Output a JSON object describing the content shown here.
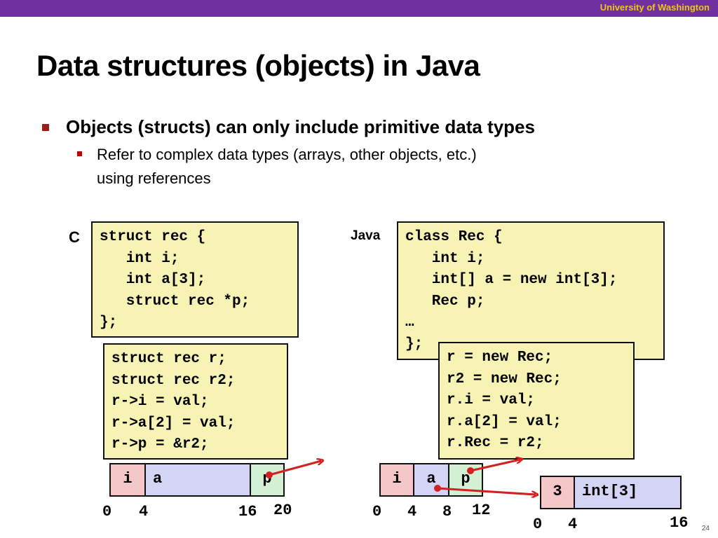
{
  "header": {
    "institution": "University of Washington"
  },
  "slide": {
    "title": "Data structures (objects) in Java",
    "bullet1": "Objects (structs) can only include primitive data types",
    "bullet2_line1": "Refer to complex data types (arrays, other objects, etc.)",
    "bullet2_line2": "using references",
    "page_number": "24"
  },
  "c_side": {
    "label": "C",
    "struct_code": "struct rec {\n   int i;\n   int a[3];\n   struct rec *p;\n};",
    "usage_code": "struct rec r;\nstruct rec r2;\nr->i = val;\nr->a[2] = val;\nr->p = &r2;",
    "memory": {
      "cells": [
        {
          "name": "i",
          "color": "#f4c8c8"
        },
        {
          "name": "a",
          "color": "#d4d4f4"
        },
        {
          "name": "p",
          "color": "#d4f0d4"
        }
      ],
      "offsets": [
        "0",
        "4",
        "16",
        "20"
      ]
    }
  },
  "java_side": {
    "label": "Java",
    "class_code": "class Rec {\n   int i;\n   int[] a = new int[3];\n   Rec p;\n…\n};",
    "usage_code": "r = new Rec;\nr2 = new Rec;\nr.i = val;\nr.a[2] = val;\nr.Rec = r2;",
    "memory": {
      "cells": [
        {
          "name": "i",
          "color": "#f4c8c8"
        },
        {
          "name": "a",
          "color": "#d4d4f4"
        },
        {
          "name": "p",
          "color": "#d4f0d4"
        }
      ],
      "offsets": [
        "0",
        "4",
        "8",
        "12"
      ]
    },
    "array": {
      "cells": [
        {
          "name": "3",
          "color": "#f4c8c8"
        },
        {
          "name": "int[3]",
          "color": "#d4d4f4"
        }
      ],
      "offsets": [
        "0",
        "4",
        "16"
      ]
    }
  },
  "colors": {
    "banner": "#7030a0",
    "banner_text": "#f0c419",
    "arrow": "#d42020",
    "code_bg": "#f7f3b4"
  }
}
